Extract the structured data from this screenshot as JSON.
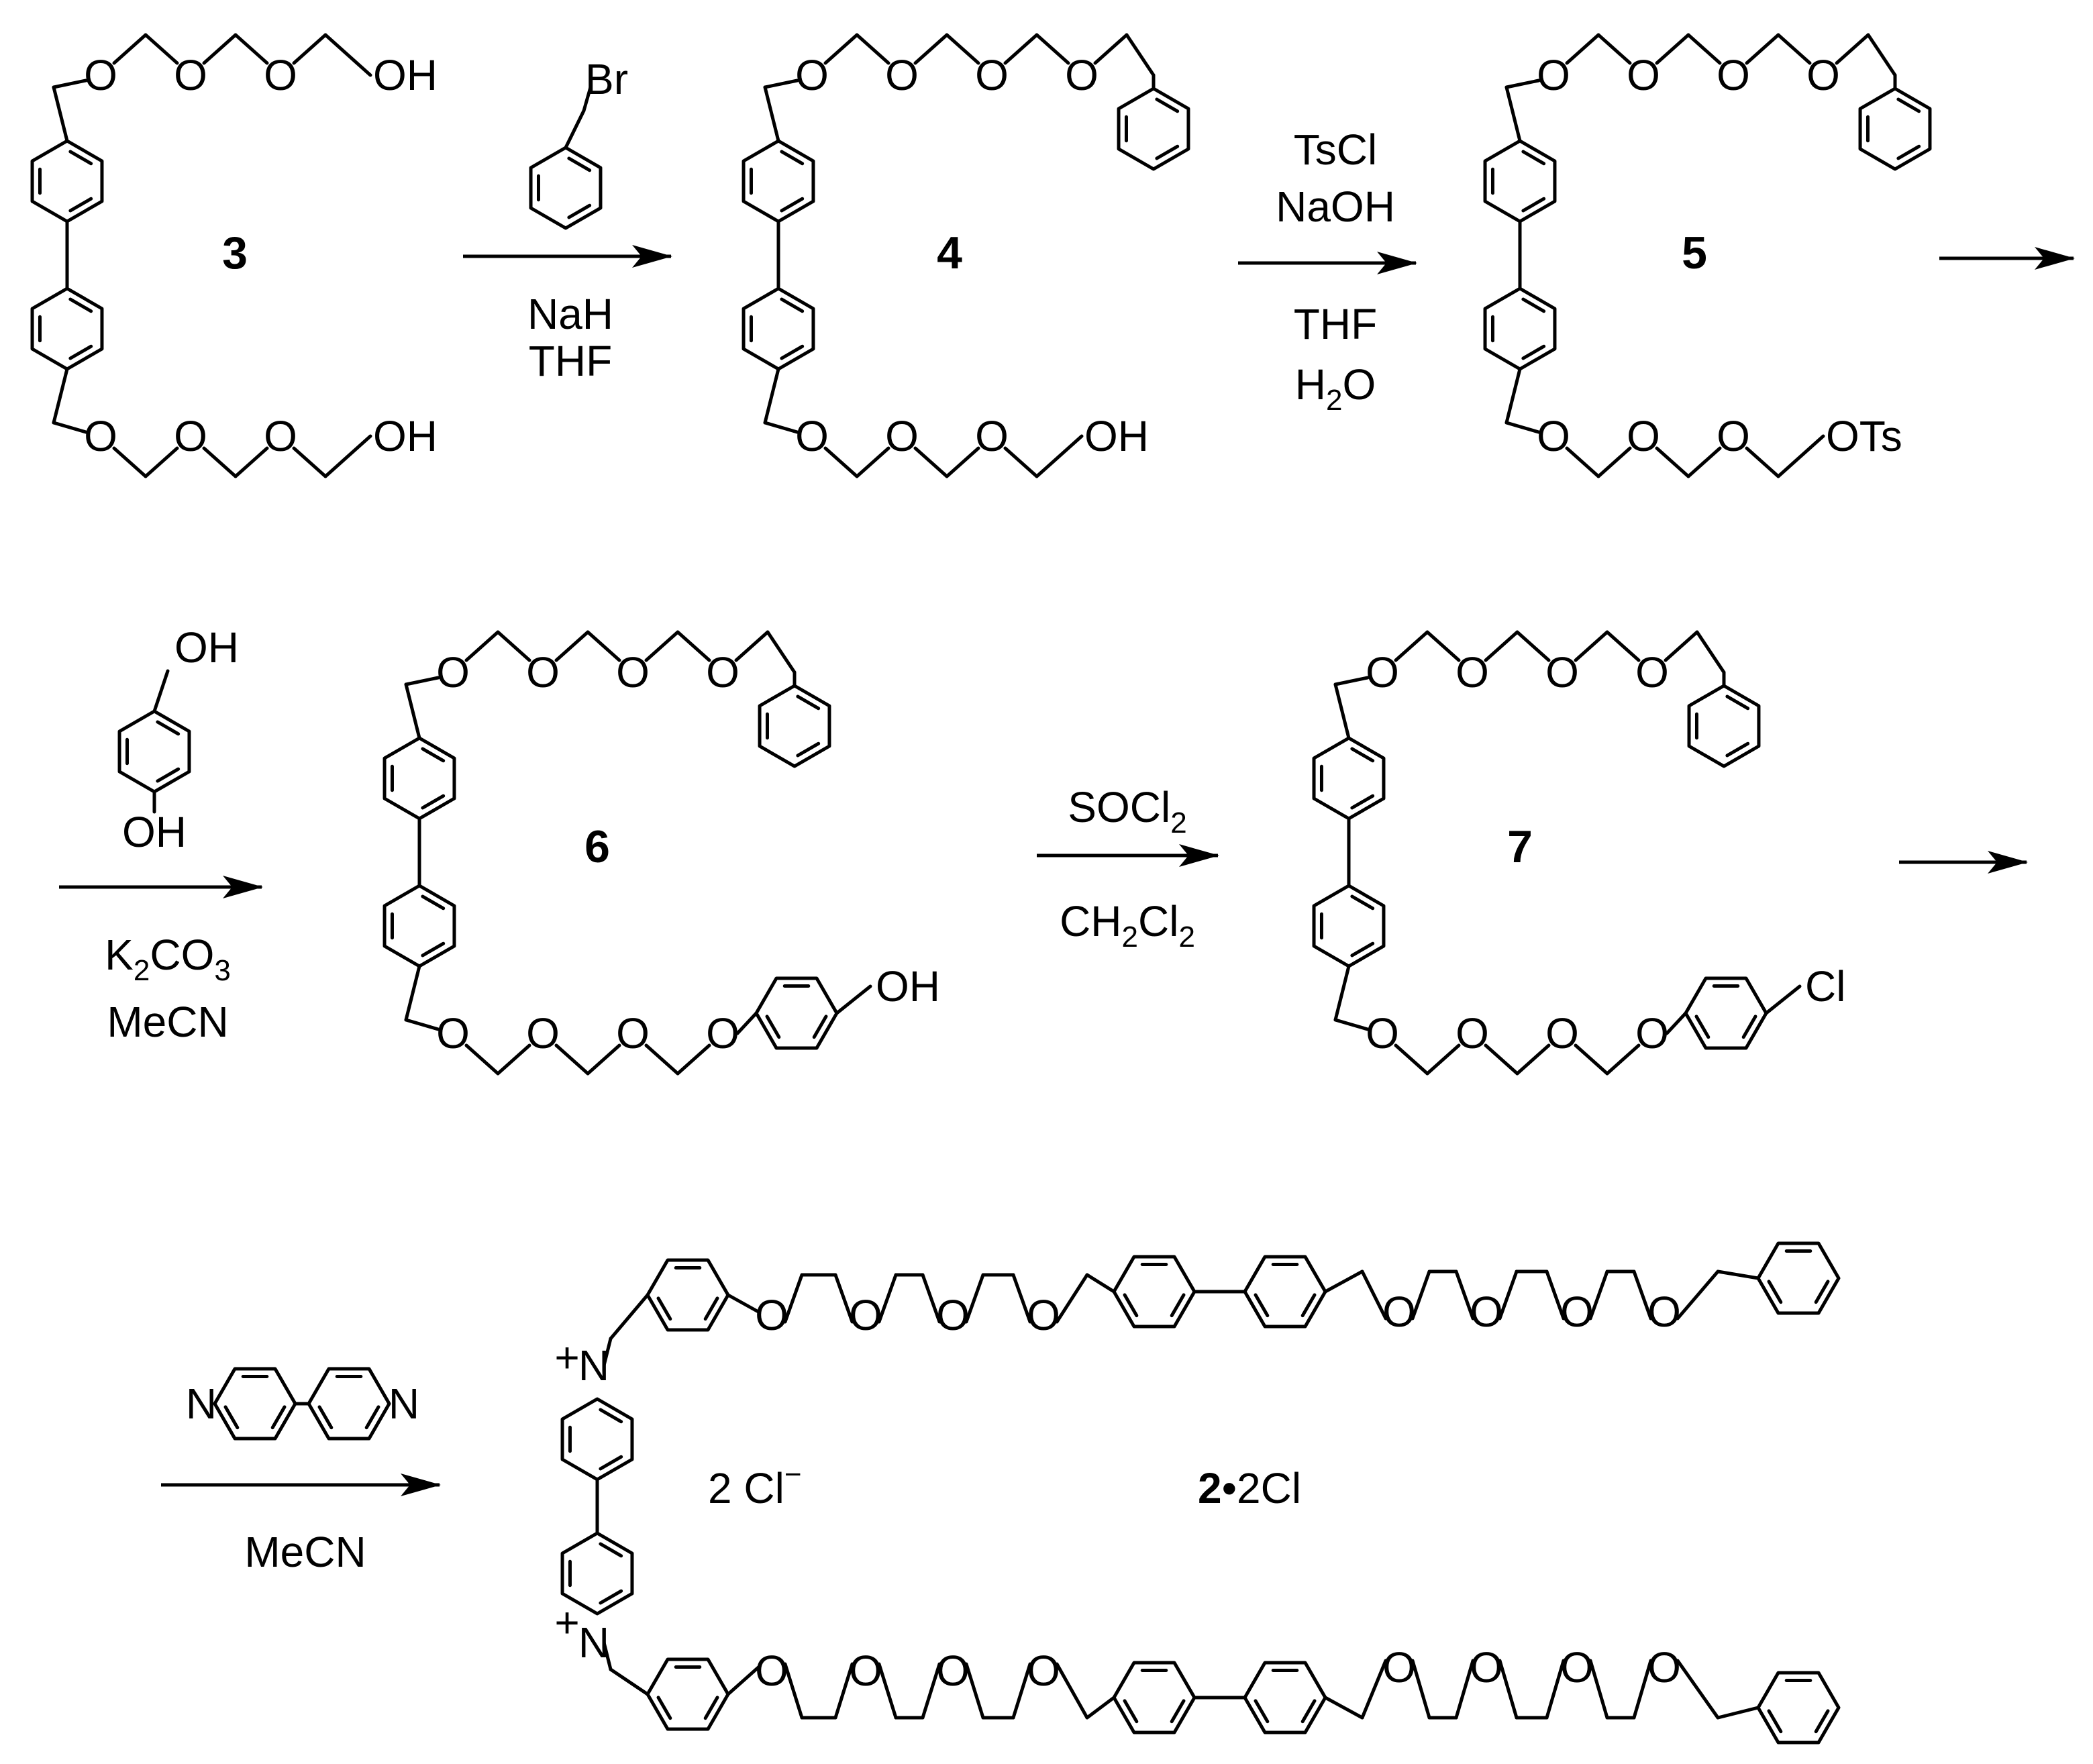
{
  "scheme": {
    "compounds": [
      {
        "id": "compound-3",
        "label": "3"
      },
      {
        "id": "compound-4",
        "label": "4"
      },
      {
        "id": "compound-5",
        "label": "5"
      },
      {
        "id": "compound-6",
        "label": "6"
      },
      {
        "id": "compound-7",
        "label": "7"
      }
    ],
    "product": {
      "bold": "2",
      "rest": "•2Cl"
    },
    "counter_ion": {
      "text": "2 Cl",
      "charge": "−"
    },
    "steps": {
      "s1": {
        "reagent": "Br",
        "lines": [
          "NaH",
          "THF"
        ]
      },
      "s2": {
        "above": [
          "TsCl",
          "NaOH"
        ],
        "lines": [
          "THF",
          "H",
          "2",
          "O"
        ]
      },
      "s4": {
        "reagent_oh_top": "OH",
        "reagent_oh_bottom": "OH",
        "lines": [
          "K",
          "2",
          "CO",
          "3",
          "MeCN"
        ]
      },
      "s5": {
        "line1": [
          "SOCl",
          "2"
        ],
        "line2": [
          "CH",
          "2",
          "Cl",
          "2"
        ]
      },
      "s7": {
        "reagent_n": "N",
        "solvent": "MeCN"
      }
    },
    "atoms": {
      "O": "O",
      "OH": "OH",
      "OTs": "OTs",
      "Cl": "Cl",
      "N": "N",
      "plus": "+"
    }
  }
}
